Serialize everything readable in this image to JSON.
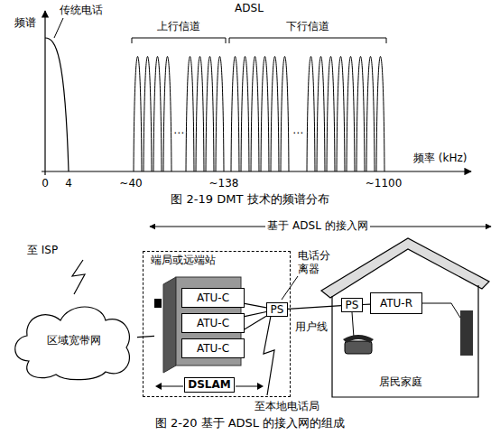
{
  "diagram": {
    "caption": "图 2-20 基于 ADSL 的接入网的组成",
    "nodes": [
      {
        "text": [
          "区域宽带网"
        ]
      },
      {
        "text": [
          "端局或远端站"
        ]
      },
      {
        "text": [
          "DSLAM"
        ],
        "in": 1
      },
      {
        "text": [
          "ATU-C"
        ],
        "in": 2
      },
      {
        "text": [
          "ATU-C"
        ],
        "in": 2
      },
      {
        "text": [
          "ATU-C"
        ],
        "in": 2
      },
      {
        "text": [
          "PS"
        ],
        "in": 1
      },
      {
        "text": [
          "居民家庭"
        ]
      },
      {
        "text": [
          "PS"
        ],
        "in": 7
      },
      {
        "text": [
          "ATU-R"
        ],
        "in": 7
      }
    ],
    "edges": [
      {
        "from": 0,
        "to": 2,
        "arrow": "none"
      },
      {
        "from": 3,
        "to": 6,
        "arrow": "none"
      },
      {
        "from": 4,
        "to": 6,
        "arrow": "none"
      },
      {
        "from": 5,
        "to": 6,
        "arrow": "none"
      },
      {
        "from": 6,
        "to": 8,
        "label": "用户线",
        "arrow": "none"
      },
      {
        "from": 8,
        "to": 9,
        "arrow": "none"
      }
    ],
    "labels": [
      "频谱",
      "传统电话",
      "ADSL",
      "上行信道",
      "下行信道",
      "⋯",
      "⋯",
      "频率 (kHz)",
      "0",
      "4",
      "~40",
      "~138",
      "~1100",
      "图 2-19 DMT 技术的频谱分布",
      "基于 ADSL 的接入网",
      "至 ISP",
      "电话分离器",
      "至本地电话局"
    ]
  }
}
